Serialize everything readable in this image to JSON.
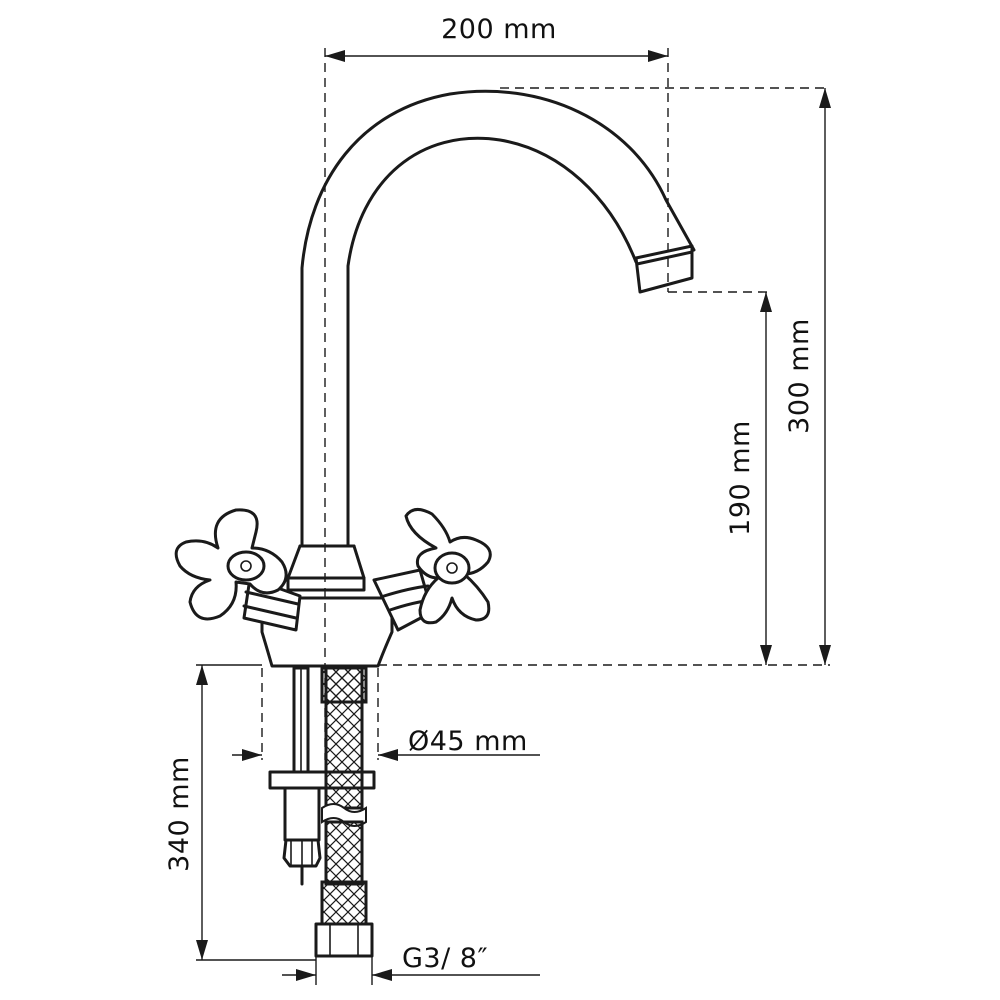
{
  "dimensions": {
    "spout_reach": "200 mm",
    "total_height": "300 mm",
    "spout_height": "190 mm",
    "body_diameter": "Ø45 mm",
    "hose_length": "340 mm",
    "thread": "G3/ 8″"
  },
  "colors": {
    "line": "#1a1a1a",
    "background": "#ffffff"
  }
}
